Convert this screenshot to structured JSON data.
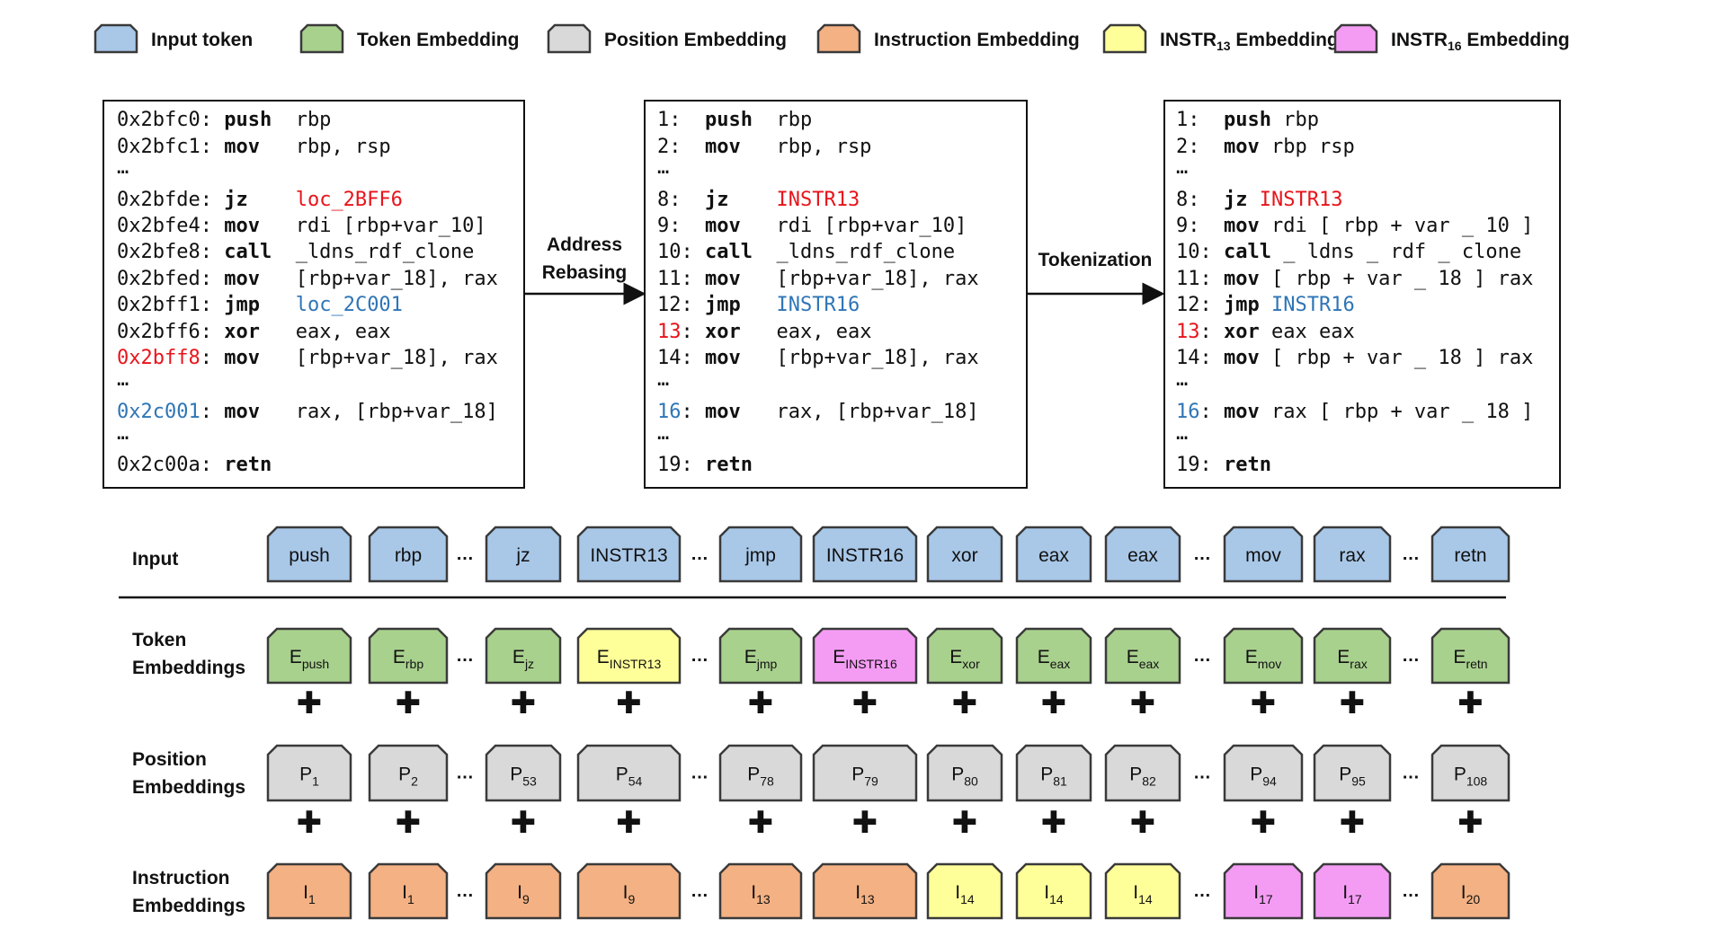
{
  "legend": [
    {
      "label": "Input token",
      "color": "#a9c8e8"
    },
    {
      "label": "Token Embedding",
      "color": "#a9d18e"
    },
    {
      "label": "Position Embedding",
      "color": "#d9d9d9"
    },
    {
      "label": "Instruction Embedding",
      "color": "#f4b183"
    },
    {
      "label": "INSTR",
      "sub": "13",
      "suffix": " Embedding",
      "color": "#ffff99"
    },
    {
      "label": "INSTR",
      "sub": "16",
      "suffix": " Embedding",
      "color": "#f49cf4"
    }
  ],
  "colors": {
    "input": "#a9c8e8",
    "token": "#a9d18e",
    "position": "#d9d9d9",
    "instruction": "#f4b183",
    "instr13": "#ffff99",
    "instr16": "#f49cf4",
    "border": "#3a3a3a",
    "red": "#e8141b",
    "blue": "#2e75b6"
  },
  "arrows": {
    "address_rebasing": [
      "Address",
      "Rebasing"
    ],
    "tokenization": "Tokenization"
  },
  "code_original": [
    [
      {
        "t": "0x2bfc0: "
      },
      {
        "t": "push",
        "b": true
      },
      {
        "t": "  rbp"
      }
    ],
    [
      {
        "t": "0x2bfc1: "
      },
      {
        "t": "mov",
        "b": true
      },
      {
        "t": "   rbp, rsp"
      }
    ],
    [
      {
        "t": "…"
      }
    ],
    [
      {
        "t": "0x2bfde: "
      },
      {
        "t": "jz",
        "b": true
      },
      {
        "t": "    "
      },
      {
        "t": "loc_2BFF6",
        "c": "red"
      }
    ],
    [
      {
        "t": "0x2bfe4: "
      },
      {
        "t": "mov",
        "b": true
      },
      {
        "t": "   rdi [rbp+var_10]"
      }
    ],
    [
      {
        "t": "0x2bfe8: "
      },
      {
        "t": "call",
        "b": true
      },
      {
        "t": "  _ldns_rdf_clone"
      }
    ],
    [
      {
        "t": "0x2bfed: "
      },
      {
        "t": "mov",
        "b": true
      },
      {
        "t": "   [rbp+var_18], rax"
      }
    ],
    [
      {
        "t": "0x2bff1: "
      },
      {
        "t": "jmp",
        "b": true
      },
      {
        "t": "   "
      },
      {
        "t": "loc_2C001",
        "c": "blue"
      }
    ],
    [
      {
        "t": "0x2bff6: "
      },
      {
        "t": "xor",
        "b": true
      },
      {
        "t": "   eax, eax"
      }
    ],
    [
      {
        "t": "0x2bff8",
        "c": "red"
      },
      {
        "t": ": "
      },
      {
        "t": "mov",
        "b": true
      },
      {
        "t": "   [rbp+var_18], rax"
      }
    ],
    [
      {
        "t": "…"
      }
    ],
    [
      {
        "t": "0x2c001",
        "c": "blue"
      },
      {
        "t": ": "
      },
      {
        "t": "mov",
        "b": true
      },
      {
        "t": "   rax, [rbp+var_18]"
      }
    ],
    [
      {
        "t": "…"
      }
    ],
    [
      {
        "t": "0x2c00a: "
      },
      {
        "t": "retn",
        "b": true
      }
    ]
  ],
  "code_rebased": [
    [
      {
        "t": "1:  "
      },
      {
        "t": "push",
        "b": true
      },
      {
        "t": "  rbp"
      }
    ],
    [
      {
        "t": "2:  "
      },
      {
        "t": "mov",
        "b": true
      },
      {
        "t": "   rbp, rsp"
      }
    ],
    [
      {
        "t": "…"
      }
    ],
    [
      {
        "t": "8:  "
      },
      {
        "t": "jz",
        "b": true
      },
      {
        "t": "    "
      },
      {
        "t": "INSTR13",
        "c": "red"
      }
    ],
    [
      {
        "t": "9:  "
      },
      {
        "t": "mov",
        "b": true
      },
      {
        "t": "   rdi [rbp+var_10]"
      }
    ],
    [
      {
        "t": "10: "
      },
      {
        "t": "call",
        "b": true
      },
      {
        "t": "  _ldns_rdf_clone"
      }
    ],
    [
      {
        "t": "11: "
      },
      {
        "t": "mov",
        "b": true
      },
      {
        "t": "   [rbp+var_18], rax"
      }
    ],
    [
      {
        "t": "12: "
      },
      {
        "t": "jmp",
        "b": true
      },
      {
        "t": "   "
      },
      {
        "t": "INSTR16",
        "c": "blue"
      }
    ],
    [
      {
        "t": "13",
        "c": "red"
      },
      {
        "t": ": "
      },
      {
        "t": "xor",
        "b": true
      },
      {
        "t": "   eax, eax"
      }
    ],
    [
      {
        "t": "14: "
      },
      {
        "t": "mov",
        "b": true
      },
      {
        "t": "   [rbp+var_18], rax"
      }
    ],
    [
      {
        "t": "…"
      }
    ],
    [
      {
        "t": "16",
        "c": "blue"
      },
      {
        "t": ": "
      },
      {
        "t": "mov",
        "b": true
      },
      {
        "t": "   rax, [rbp+var_18]"
      }
    ],
    [
      {
        "t": "…"
      }
    ],
    [
      {
        "t": "19: "
      },
      {
        "t": "retn",
        "b": true
      }
    ]
  ],
  "code_tokenized": [
    [
      {
        "t": "1:  "
      },
      {
        "t": "push",
        "b": true
      },
      {
        "t": " rbp"
      }
    ],
    [
      {
        "t": "2:  "
      },
      {
        "t": "mov",
        "b": true
      },
      {
        "t": " rbp rsp"
      }
    ],
    [
      {
        "t": "…"
      }
    ],
    [
      {
        "t": "8:  "
      },
      {
        "t": "jz",
        "b": true
      },
      {
        "t": " "
      },
      {
        "t": "INSTR13",
        "c": "red"
      }
    ],
    [
      {
        "t": "9:  "
      },
      {
        "t": "mov",
        "b": true
      },
      {
        "t": " rdi [ rbp + var _ 10 ]"
      }
    ],
    [
      {
        "t": "10: "
      },
      {
        "t": "call",
        "b": true
      },
      {
        "t": " _ ldns _ rdf _ clone"
      }
    ],
    [
      {
        "t": "11: "
      },
      {
        "t": "mov",
        "b": true
      },
      {
        "t": " [ rbp + var _ 18 ] rax"
      }
    ],
    [
      {
        "t": "12: "
      },
      {
        "t": "jmp",
        "b": true
      },
      {
        "t": " "
      },
      {
        "t": "INSTR16",
        "c": "blue"
      }
    ],
    [
      {
        "t": "13",
        "c": "red"
      },
      {
        "t": ": "
      },
      {
        "t": "xor",
        "b": true
      },
      {
        "t": " eax eax"
      }
    ],
    [
      {
        "t": "14: "
      },
      {
        "t": "mov",
        "b": true
      },
      {
        "t": " [ rbp + var _ 18 ] rax"
      }
    ],
    [
      {
        "t": "…"
      }
    ],
    [
      {
        "t": "16",
        "c": "blue"
      },
      {
        "t": ": "
      },
      {
        "t": "mov",
        "b": true
      },
      {
        "t": " rax [ rbp + var _ 18 ]"
      }
    ],
    [
      {
        "t": "…"
      }
    ],
    [
      {
        "t": "19: "
      },
      {
        "t": "retn",
        "b": true
      }
    ]
  ],
  "rows": {
    "input": "Input",
    "token": [
      "Token",
      "Embeddings"
    ],
    "position": [
      "Position",
      "Embeddings"
    ],
    "instruction": [
      "Instruction",
      "Embeddings"
    ]
  },
  "ellipsis": "…",
  "plus": "✚",
  "columns": [
    {
      "input": "push",
      "tok": {
        "base": "E",
        "sub": "push"
      },
      "tokColor": "token",
      "pos": {
        "base": "P",
        "sub": "1"
      },
      "ins": {
        "base": "I",
        "sub": "1"
      },
      "insColor": "instruction"
    },
    {
      "input": "rbp",
      "tok": {
        "base": "E",
        "sub": "rbp"
      },
      "tokColor": "token",
      "pos": {
        "base": "P",
        "sub": "2"
      },
      "ins": {
        "base": "I",
        "sub": "1"
      },
      "insColor": "instruction"
    },
    {
      "input": "jz",
      "tok": {
        "base": "E",
        "sub": "jz"
      },
      "tokColor": "token",
      "pos": {
        "base": "P",
        "sub": "53"
      },
      "ins": {
        "base": "I",
        "sub": "9"
      },
      "insColor": "instruction"
    },
    {
      "input": "INSTR13",
      "tok": {
        "base": "E",
        "sub": "INSTR13"
      },
      "tokColor": "instr13",
      "pos": {
        "base": "P",
        "sub": "54"
      },
      "ins": {
        "base": "I",
        "sub": "9"
      },
      "insColor": "instruction"
    },
    {
      "input": "jmp",
      "tok": {
        "base": "E",
        "sub": "jmp"
      },
      "tokColor": "token",
      "pos": {
        "base": "P",
        "sub": "78"
      },
      "ins": {
        "base": "I",
        "sub": "13"
      },
      "insColor": "instruction"
    },
    {
      "input": "INSTR16",
      "tok": {
        "base": "E",
        "sub": "INSTR16"
      },
      "tokColor": "instr16",
      "pos": {
        "base": "P",
        "sub": "79"
      },
      "ins": {
        "base": "I",
        "sub": "13"
      },
      "insColor": "instruction"
    },
    {
      "input": "xor",
      "tok": {
        "base": "E",
        "sub": "xor"
      },
      "tokColor": "token",
      "pos": {
        "base": "P",
        "sub": "80"
      },
      "ins": {
        "base": "I",
        "sub": "14"
      },
      "insColor": "instr13"
    },
    {
      "input": "eax",
      "tok": {
        "base": "E",
        "sub": "eax"
      },
      "tokColor": "token",
      "pos": {
        "base": "P",
        "sub": "81"
      },
      "ins": {
        "base": "I",
        "sub": "14"
      },
      "insColor": "instr13"
    },
    {
      "input": "eax",
      "tok": {
        "base": "E",
        "sub": "eax"
      },
      "tokColor": "token",
      "pos": {
        "base": "P",
        "sub": "82"
      },
      "ins": {
        "base": "I",
        "sub": "14"
      },
      "insColor": "instr13"
    },
    {
      "input": "mov",
      "tok": {
        "base": "E",
        "sub": "mov"
      },
      "tokColor": "token",
      "pos": {
        "base": "P",
        "sub": "94"
      },
      "ins": {
        "base": "I",
        "sub": "17"
      },
      "insColor": "instr16"
    },
    {
      "input": "rax",
      "tok": {
        "base": "E",
        "sub": "rax"
      },
      "tokColor": "token",
      "pos": {
        "base": "P",
        "sub": "95"
      },
      "ins": {
        "base": "I",
        "sub": "17"
      },
      "insColor": "instr16"
    },
    {
      "input": "retn",
      "tok": {
        "base": "E",
        "sub": "retn"
      },
      "tokColor": "token",
      "pos": {
        "base": "P",
        "sub": "108"
      },
      "ins": {
        "base": "I",
        "sub": "20"
      },
      "insColor": "instruction"
    }
  ]
}
